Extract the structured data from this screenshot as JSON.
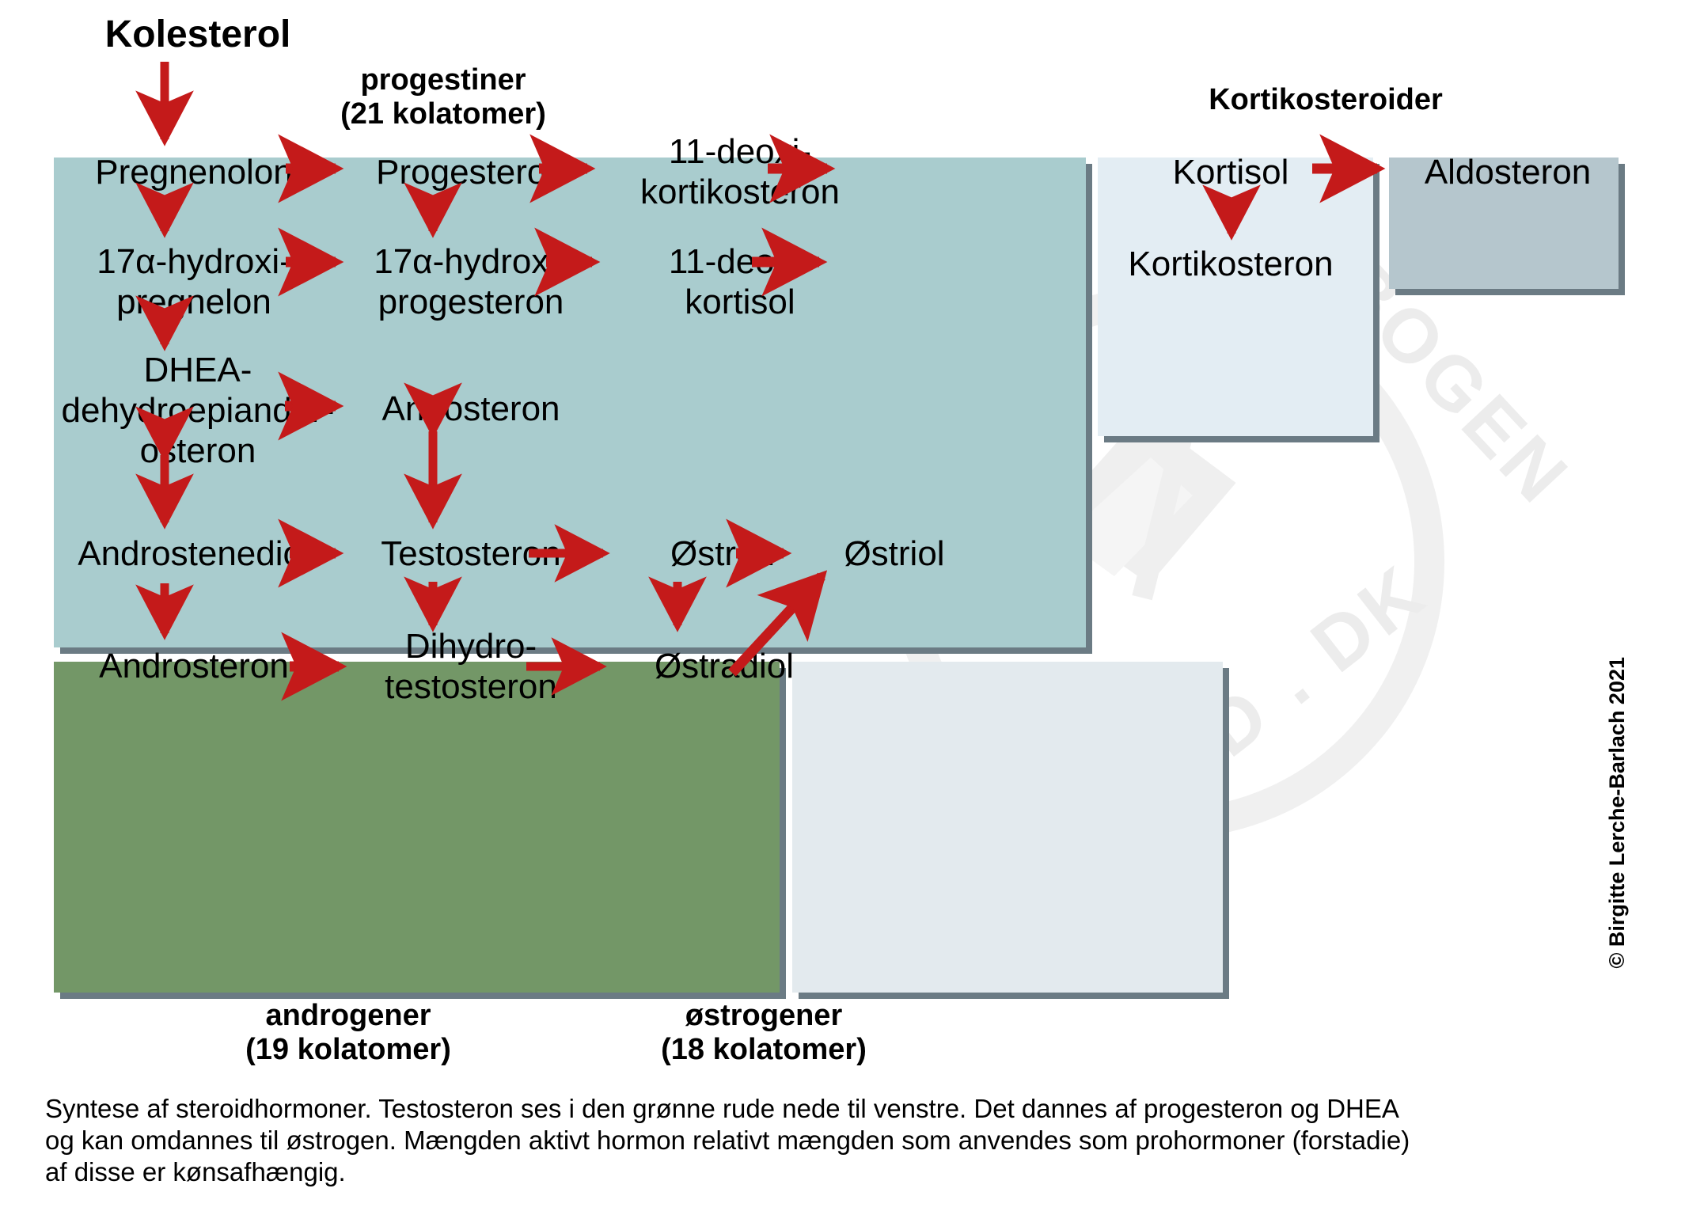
{
  "title": "Syntese af steroidhormoner",
  "colors": {
    "progestin_panel": "#a9ccce",
    "androgen_panel": "#739767",
    "kortikosteroid_panel": "#e3edf3",
    "aldosteron_panel": "#b5c6cd",
    "ostrogen_panel": "#e3eaee",
    "arrow": "#c41a1a",
    "panel_shadow": "#6b7b84",
    "text": "#000000",
    "watermark": "#ececec"
  },
  "labels": {
    "kolesterol": "Kolesterol",
    "progestiner": "progestiner\n(21 kolatomer)",
    "kortikosteroider": "Kortikosteroider",
    "androgener": "androgener\n(19 kolatomer)",
    "ostrogener": "østrogener\n(18 kolatomer)"
  },
  "nodes": {
    "pregnenolon": "Pregnenolon",
    "progesteron": "Progesteron",
    "deoxikortikosteron": "11-deoxi-\nkortikosteron",
    "hydroxipregnelon": "17α-hydroxi-\npregnelon",
    "hydroxiprogesteron": "17α-hydroxi-\nprogesteron",
    "deoxikortisol": "11-deoxi-\nkortisol",
    "dhea": "DHEA-\ndehydroepiander-\nosteron",
    "andosteron": "Andosteron",
    "kortisol": "Kortisol",
    "kortikosteron": "Kortikosteron",
    "aldosteron": "Aldosteron",
    "androstenediol": "Androstenediol",
    "testosteron": "Testosteron",
    "androsteron": "Androsteron",
    "dihydrotestosteron": "Dihydro-\ntestosteron",
    "ostron": "Østron",
    "ostradiol": "Østradiol",
    "ostriol": "Østriol"
  },
  "caption": "Syntese af steroidhormoner. Testosteron ses i den grønne rude nede til venstre. Det dannes af progesteron og DHEA\nog kan omdannes til østrogen. Mængden aktivt hormon relativt mængden som anvendes som prohormoner (forstadie)\naf disse er kønsafhængig.",
  "copyright": "© Birgitte Lerche-Barlach 2021",
  "watermark": {
    "text_top": "DBOGEN",
    "text_bottom": "D . DK"
  },
  "chart_data": {
    "type": "diagram",
    "diagram_kind": "steroid-biosynthesis-pathway",
    "groups": [
      {
        "id": "progestiner",
        "label": "progestiner (21 kolatomer)",
        "color": "#a9ccce",
        "members": [
          "Pregnenolon",
          "Progesteron",
          "11-deoxi-kortikosteron",
          "17α-hydroxi-pregnelon",
          "17α-hydroxi-progesteron",
          "11-deoxi-kortisol",
          "DHEA-dehydroepianderosteron",
          "Andosteron"
        ]
      },
      {
        "id": "kortikosteroider",
        "label": "Kortikosteroider",
        "color": "#e3edf3",
        "members": [
          "Kortisol",
          "Kortikosteron",
          "Aldosteron"
        ]
      },
      {
        "id": "androgener",
        "label": "androgener (19 kolatomer)",
        "color": "#739767",
        "members": [
          "Androstenediol",
          "Testosteron",
          "Androsteron",
          "Dihydro-testosteron"
        ]
      },
      {
        "id": "ostrogener",
        "label": "østrogener (18 kolatomer)",
        "color": "#e3eaee",
        "members": [
          "Østron",
          "Østradiol",
          "Østriol"
        ]
      }
    ],
    "edges": [
      {
        "from": "Kolesterol",
        "to": "Pregnenolon",
        "dir": "down"
      },
      {
        "from": "Pregnenolon",
        "to": "Progesteron",
        "dir": "right"
      },
      {
        "from": "Progesteron",
        "to": "11-deoxi-kortikosteron",
        "dir": "right"
      },
      {
        "from": "11-deoxi-kortikosteron",
        "to": "Kortisol",
        "dir": "right"
      },
      {
        "from": "Kortisol",
        "to": "Aldosteron",
        "dir": "right"
      },
      {
        "from": "Kortisol",
        "to": "Kortikosteron",
        "dir": "down"
      },
      {
        "from": "Pregnenolon",
        "to": "17α-hydroxi-pregnelon",
        "dir": "down"
      },
      {
        "from": "Progesteron",
        "to": "17α-hydroxi-progesteron",
        "dir": "down"
      },
      {
        "from": "17α-hydroxi-pregnelon",
        "to": "17α-hydroxi-progesteron",
        "dir": "right"
      },
      {
        "from": "17α-hydroxi-progesteron",
        "to": "11-deoxi-kortisol",
        "dir": "right"
      },
      {
        "from": "11-deoxi-kortisol",
        "to": "Kortikosteron",
        "dir": "right"
      },
      {
        "from": "17α-hydroxi-pregnelon",
        "to": "DHEA-dehydroepianderosteron",
        "dir": "down"
      },
      {
        "from": "DHEA-dehydroepianderosteron",
        "to": "Andosteron",
        "dir": "right"
      },
      {
        "from": "Androstenediol",
        "to": "DHEA-dehydroepianderosteron",
        "dir": "up-down-bidirectional"
      },
      {
        "from": "Testosteron",
        "to": "Andosteron",
        "dir": "up-down-bidirectional"
      },
      {
        "from": "Androstenediol",
        "to": "Testosteron",
        "dir": "right"
      },
      {
        "from": "Androstenediol",
        "to": "Androsteron",
        "dir": "down"
      },
      {
        "from": "Androsteron",
        "to": "Dihydro-testosteron",
        "dir": "right"
      },
      {
        "from": "Testosteron",
        "to": "Dihydro-testosteron",
        "dir": "down"
      },
      {
        "from": "Testosteron",
        "to": "Østron",
        "dir": "right"
      },
      {
        "from": "Dihydro-testosteron",
        "to": "Østradiol",
        "dir": "right"
      },
      {
        "from": "Østron",
        "to": "Østriol",
        "dir": "right"
      },
      {
        "from": "Østron",
        "to": "Østradiol",
        "dir": "down"
      },
      {
        "from": "Østradiol",
        "to": "Østriol",
        "dir": "diagonal-up-right"
      }
    ]
  }
}
